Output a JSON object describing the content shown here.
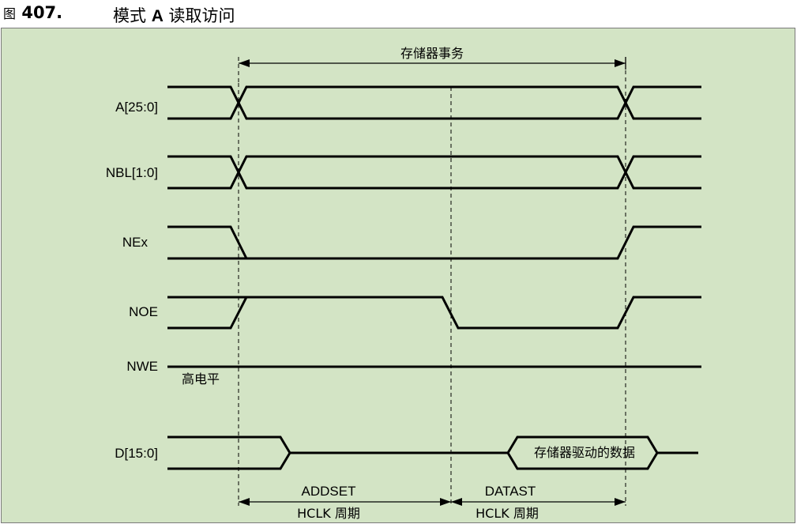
{
  "figure": {
    "label_prefix": "图",
    "number": "407.",
    "title_part1": "模式",
    "title_mode": "A",
    "title_part2": "读取访问"
  },
  "labels": {
    "transaction": "存储器事务",
    "nwe_note": "高电平",
    "data_driven": "存储器驱动的数据",
    "addset": "ADDSET",
    "datast": "DATAST",
    "hclk_cycles_1": "HCLK 周期",
    "hclk_cycles_2": "HCLK 周期"
  },
  "signals": [
    {
      "name": "A[25:0]"
    },
    {
      "name": "NBL[1:0]"
    },
    {
      "name": "NEx"
    },
    {
      "name": "NOE"
    },
    {
      "name": "NWE"
    },
    {
      "name": "D[15:0]"
    }
  ],
  "colors": {
    "background": "#d3e4c5",
    "line": "#000000"
  }
}
